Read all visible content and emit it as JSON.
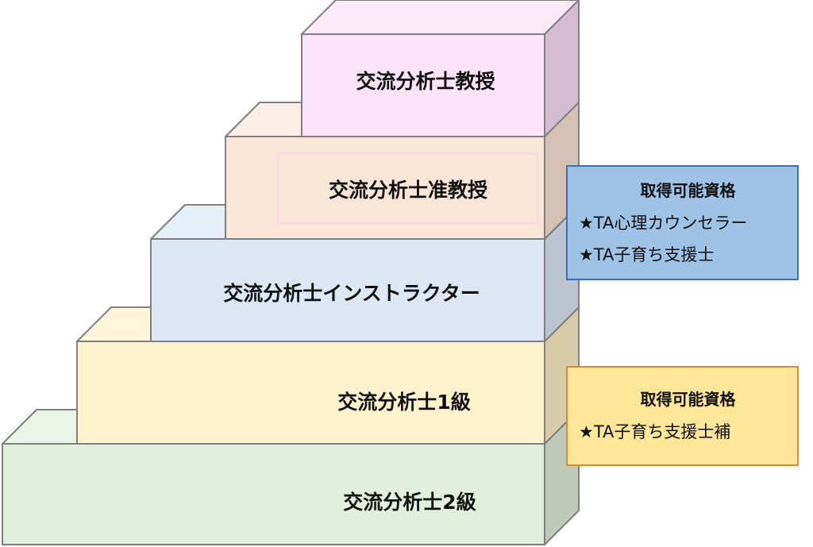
{
  "levels": [
    {
      "label": "交流分析士教授",
      "face": "#fce4f6",
      "top": "#fdeaf8",
      "side": "#d6bcd0"
    },
    {
      "label": "交流分析士准教授",
      "face": "#fbe5d6",
      "top": "#fceee4",
      "side": "#d6c1b5"
    },
    {
      "label": "交流分析士インストラクター",
      "face": "#dde8f6",
      "top": "#e6eef8",
      "side": "#bcc4d0"
    },
    {
      "label": "交流分析士1級",
      "face": "#fff2cc",
      "top": "#fff6dc",
      "side": "#d7cba8"
    },
    {
      "label": "交流分析士2級",
      "face": "#e2efda",
      "top": "#eaf4e4",
      "side": "#bfcab7"
    }
  ],
  "qualifications_upper": {
    "title": "取得可能資格",
    "items": [
      "★TA心理カウンセラー",
      "★TA子育ち支援士"
    ]
  },
  "qualifications_lower": {
    "title": "取得可能資格",
    "items": [
      "★TA子育ち支援士補"
    ]
  },
  "colors": {
    "edge": "#7f7f7f"
  }
}
